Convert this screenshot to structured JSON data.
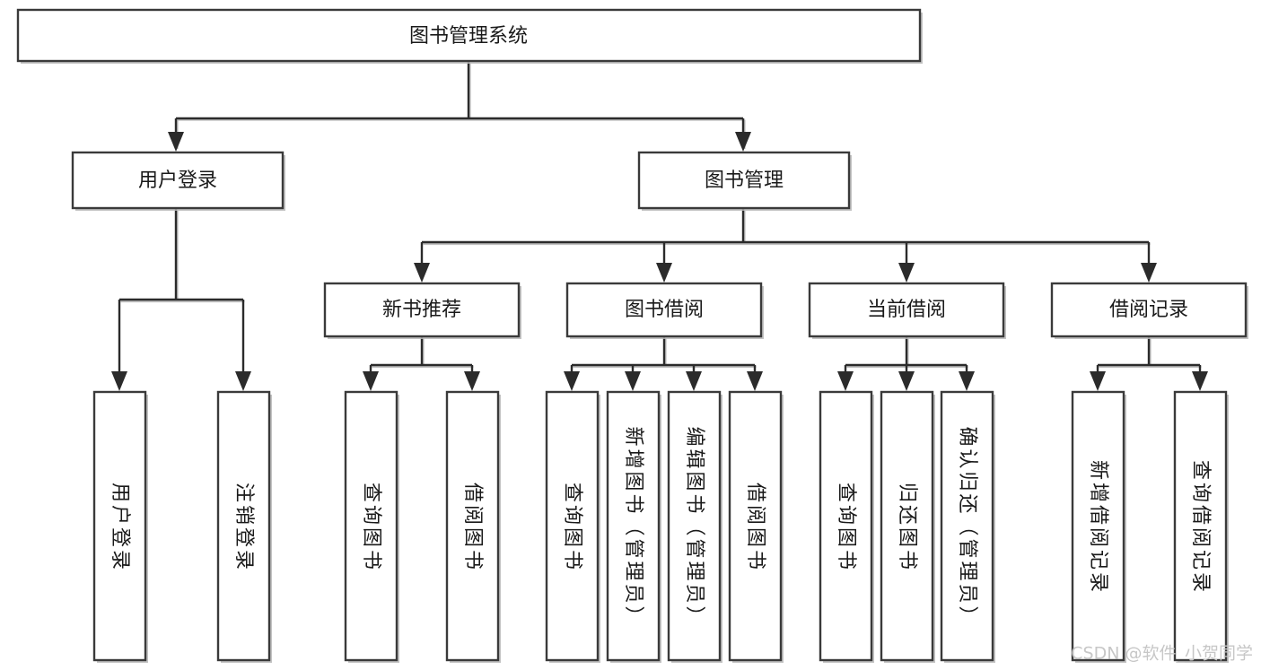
{
  "diagram": {
    "title": "图书管理系统",
    "type": "tree",
    "watermark": "CSDN @软件_小贺同学",
    "colors": {
      "box_stroke": "#3a3a3a",
      "box_fill": "#ffffff",
      "connector": "#2b2b2b",
      "text": "#1a1a1a",
      "watermark": "#c7c7c7",
      "shadow": "#b8b8b8"
    },
    "nodes": {
      "root": {
        "label": "图书管理系统"
      },
      "level2": [
        {
          "label": "用户登录"
        },
        {
          "label": "图书管理"
        }
      ],
      "level3": [
        {
          "label": "新书推荐"
        },
        {
          "label": "图书借阅"
        },
        {
          "label": "当前借阅"
        },
        {
          "label": "借阅记录"
        }
      ],
      "leaves": {
        "user_login": [
          {
            "label": "用户登录"
          },
          {
            "label": "注销登录"
          }
        ],
        "new_book": [
          {
            "label": "查询图书"
          },
          {
            "label": "借阅图书"
          }
        ],
        "book_borrow": [
          {
            "label": "查询图书"
          },
          {
            "label": "新增图书（管理员）"
          },
          {
            "label": "编辑图书（管理员）"
          },
          {
            "label": "借阅图书"
          }
        ],
        "current_borrow": [
          {
            "label": "查询图书"
          },
          {
            "label": "归还图书"
          },
          {
            "label": "确认归还（管理员）"
          }
        ],
        "borrow_record": [
          {
            "label": "新增借阅记录"
          },
          {
            "label": "查询借阅记录"
          }
        ]
      }
    }
  }
}
